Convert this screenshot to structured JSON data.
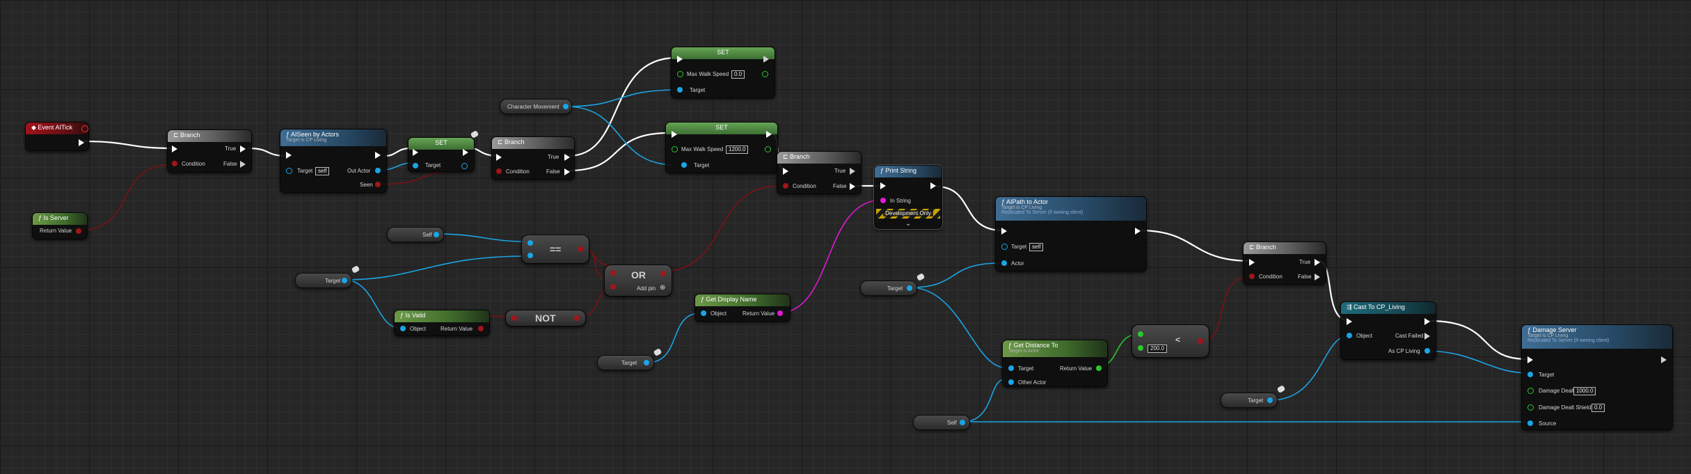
{
  "graph": {
    "nodes": {
      "event_ai_tick": {
        "title": "Event AITick"
      },
      "is_server": {
        "title": "Is Server",
        "return_value": "Return Value"
      },
      "branch1": {
        "title": "Branch",
        "condition": "Condition",
        "true": "True",
        "false": "False"
      },
      "ai_seen": {
        "title": "AISeen by Actors",
        "subtitle": "Target is CP Living",
        "target": "Target",
        "target_value": "self",
        "out_actor": "Out Actor",
        "seen": "Seen"
      },
      "set_target": {
        "title": "SET",
        "target": "Target"
      },
      "branch2": {
        "title": "Branch",
        "condition": "Condition",
        "true": "True",
        "false": "False"
      },
      "character_movement": {
        "label": "Character Movement"
      },
      "set_speed1": {
        "title": "SET",
        "max_walk_speed": "Max Walk Speed",
        "speed_value": "0.0",
        "target": "Target"
      },
      "set_speed2": {
        "title": "SET",
        "max_walk_speed": "Max Walk Speed",
        "speed_value": "1200.0",
        "target": "Target"
      },
      "branch3": {
        "title": "Branch",
        "condition": "Condition",
        "true": "True",
        "false": "False"
      },
      "print_string": {
        "title": "Print String",
        "in_string": "In String",
        "dev_only": "Development Only"
      },
      "self1": {
        "label": "Self"
      },
      "equals": {
        "label": "=="
      },
      "target_get1": {
        "label": "Target"
      },
      "is_valid": {
        "title": "Is Valid",
        "object": "Object",
        "return_value": "Return Value"
      },
      "not_node": {
        "label": "NOT"
      },
      "or_node": {
        "label": "OR",
        "add_pin": "Add pin"
      },
      "get_display_name": {
        "title": "Get Display Name",
        "object": "Object",
        "return_value": "Return Value"
      },
      "target_get2": {
        "label": "Target"
      },
      "ai_path": {
        "title": "AIPath to Actor",
        "subtitle": "Target is CP Living",
        "replication": "Replicated To Server (if owning client)",
        "target": "Target",
        "target_value": "self",
        "actor": "Actor"
      },
      "target_get3": {
        "label": "Target"
      },
      "get_distance": {
        "title": "Get Distance To",
        "subtitle": "Target is Actor",
        "target": "Target",
        "other_actor": "Other Actor",
        "return_value": "Return Value"
      },
      "less": {
        "label": "<",
        "value": "200.0"
      },
      "self2": {
        "label": "Self"
      },
      "branch4": {
        "title": "Branch",
        "condition": "Condition",
        "true": "True",
        "false": "False"
      },
      "cast": {
        "title": "Cast To CP_Living",
        "object": "Object",
        "cast_failed": "Cast Failed",
        "as_cp_living": "As CP Living"
      },
      "target_get4": {
        "label": "Target"
      },
      "damage_server": {
        "title": "Damage Server",
        "subtitle": "Target is CP Living",
        "replication": "Replicated To Server (if owning client)",
        "target": "Target",
        "damage_dealt": "Damage Dealt",
        "damage_value": "1000.0",
        "damage_dealt_shield": "Damage Dealt Shield",
        "shield_value": "0.0",
        "source": "Source"
      }
    },
    "colors": {
      "exec": "#ffffff",
      "object": "#1aa5e6",
      "bool": "#a0161b",
      "float": "#2cc92c",
      "string": "#e21ad2"
    }
  }
}
